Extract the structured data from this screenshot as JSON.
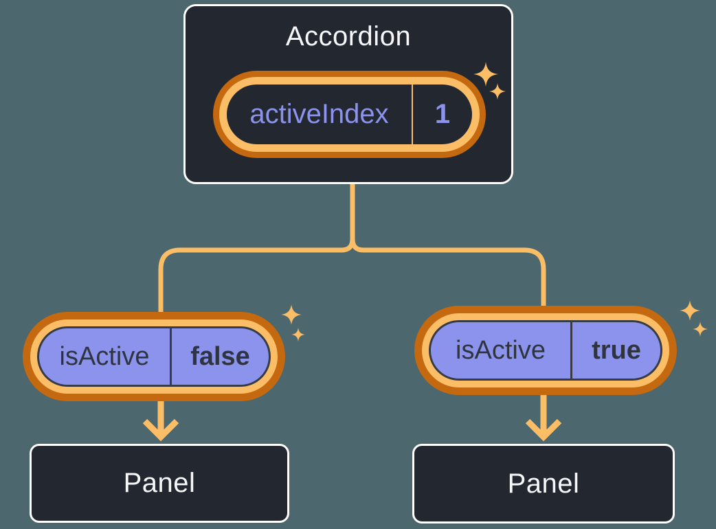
{
  "canvas": {
    "background": "#4C676D"
  },
  "palette": {
    "card": "#23272F",
    "orange_light": "#FBBE66",
    "orange_dark": "#C4690F",
    "purple": "#8B93ED",
    "text_dark": "#2F3540",
    "text_light": "#F6F7F9"
  },
  "accordion": {
    "title": "Accordion",
    "state": {
      "name": "activeIndex",
      "value": "1"
    }
  },
  "children": [
    {
      "prop_name": "isActive",
      "prop_value": "false",
      "panel_title": "Panel"
    },
    {
      "prop_name": "isActive",
      "prop_value": "true",
      "panel_title": "Panel"
    }
  ],
  "icons": {
    "sparkles": "✦ four-point sparkle, orange",
    "arrow": "▼ downward chevron arrow, orange"
  }
}
